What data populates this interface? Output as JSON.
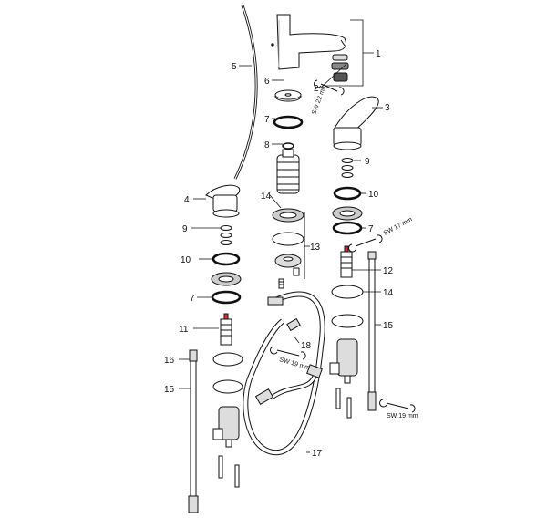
{
  "callouts": [
    {
      "id": "c1",
      "text": "1"
    },
    {
      "id": "c2",
      "text": "2"
    },
    {
      "id": "c3",
      "text": "3"
    },
    {
      "id": "c4",
      "text": "4"
    },
    {
      "id": "c5",
      "text": "5"
    },
    {
      "id": "c6",
      "text": "6"
    },
    {
      "id": "c7a",
      "text": "7"
    },
    {
      "id": "c7b",
      "text": "7"
    },
    {
      "id": "c7c",
      "text": "7"
    },
    {
      "id": "c8",
      "text": "8"
    },
    {
      "id": "c9a",
      "text": "9"
    },
    {
      "id": "c9b",
      "text": "9"
    },
    {
      "id": "c10a",
      "text": "10"
    },
    {
      "id": "c10b",
      "text": "10"
    },
    {
      "id": "c11",
      "text": "11"
    },
    {
      "id": "c12",
      "text": "12"
    },
    {
      "id": "c13",
      "text": "13"
    },
    {
      "id": "c14a",
      "text": "14"
    },
    {
      "id": "c14b",
      "text": "14"
    },
    {
      "id": "c15a",
      "text": "15"
    },
    {
      "id": "c15b",
      "text": "15"
    },
    {
      "id": "c16",
      "text": "16"
    },
    {
      "id": "c17",
      "text": "17"
    },
    {
      "id": "c18",
      "text": "18"
    }
  ],
  "wrench_labels": {
    "sw22": "SW 22 mm",
    "sw17": "SW 17 mm",
    "sw19a": "SW 19 mm",
    "sw19b": "SW 19 mm"
  },
  "colors": {
    "line": "#111111",
    "fill": "#ffffff",
    "shade": "#cfcfcf"
  }
}
